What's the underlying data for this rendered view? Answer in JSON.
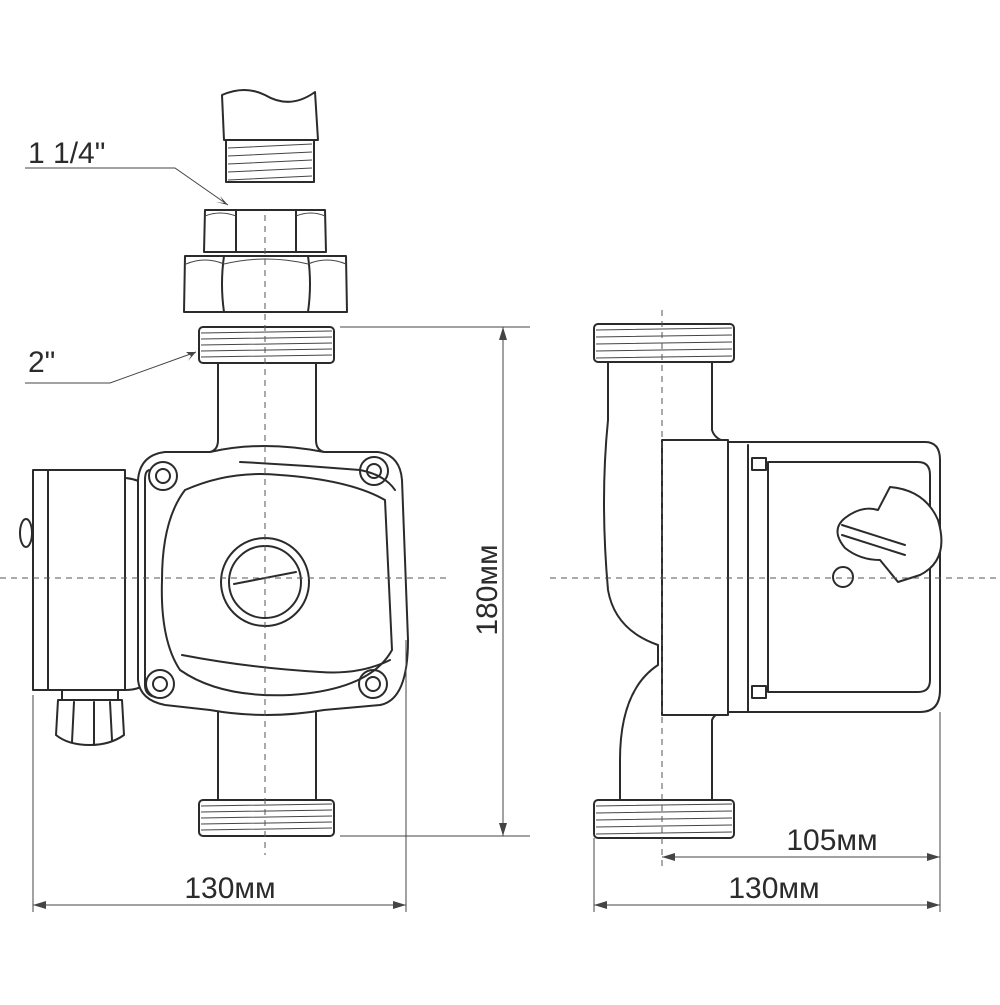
{
  "labels": {
    "inlet_thread": "1 1/4\"",
    "body_thread": "2\"",
    "height": "180мм",
    "width_front": "130мм",
    "width_side": "130мм",
    "depth_side": "105мм"
  },
  "colors": {
    "line": "#2b2b2b",
    "background": "#ffffff"
  }
}
